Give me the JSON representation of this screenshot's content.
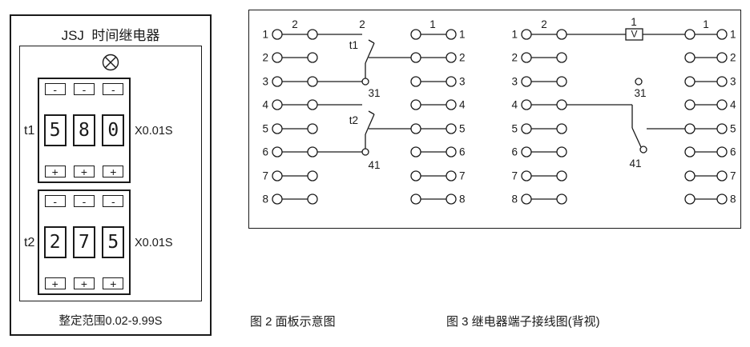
{
  "device_panel": {
    "title": "JSJ  时间继电器",
    "range_text": "整定范围0.02-9.99S",
    "groups": [
      {
        "label": "t1",
        "multiplier": "X0.01S",
        "digits": [
          "5",
          "8",
          "0"
        ],
        "minus_label": "-",
        "plus_label": "+"
      },
      {
        "label": "t2",
        "multiplier": "X0.01S",
        "digits": [
          "2",
          "7",
          "5"
        ],
        "minus_label": "-",
        "plus_label": "+"
      }
    ]
  },
  "diagram_a": {
    "left_terminals": [
      "1",
      "2",
      "3",
      "4",
      "5",
      "6",
      "7",
      "8"
    ],
    "right_terminals": [
      "1",
      "2",
      "3",
      "4",
      "5",
      "6",
      "7",
      "8"
    ],
    "label_top_left": "2",
    "label_top_mid": "2",
    "label_top_right": "1",
    "contact1_name": "t1",
    "contact1_pivot": "31",
    "contact2_name": "t2",
    "contact2_pivot": "41"
  },
  "diagram_b": {
    "left_terminals": [
      "1",
      "2",
      "3",
      "4",
      "5",
      "6",
      "7",
      "8"
    ],
    "right_terminals": [
      "1",
      "2",
      "3",
      "4",
      "5",
      "6",
      "7",
      "8"
    ],
    "label_top_left": "2",
    "label_top_mid": "1",
    "label_top_right": "1",
    "element_label": "V",
    "pivot1": "31",
    "pivot2": "41"
  },
  "captions": {
    "figure2": "图 2 面板示意图",
    "figure3": "图 3 继电器端子接线图(背视)"
  },
  "colors": {
    "ink": "#1a1a1a",
    "background": "#ffffff"
  }
}
